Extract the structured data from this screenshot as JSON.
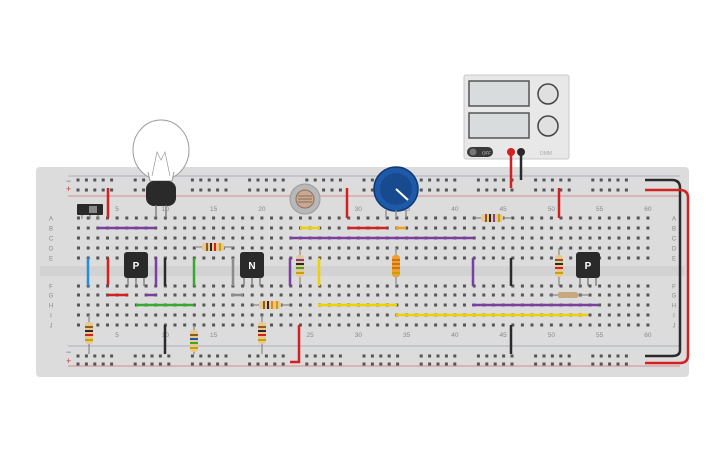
{
  "breadboard": {
    "column_numbers": [
      "5",
      "10",
      "15",
      "20",
      "25",
      "30",
      "35",
      "40",
      "45",
      "50",
      "55",
      "60"
    ],
    "rows_top": [
      "A",
      "B",
      "C",
      "D",
      "E"
    ],
    "rows_bottom": [
      "F",
      "G",
      "H",
      "I",
      "J"
    ],
    "rail_minus": "−",
    "rail_plus": "+"
  },
  "power_supply": {
    "off_label": "OFF",
    "brand": "DMM"
  },
  "components": {
    "transistor_1": "P",
    "transistor_2": "N",
    "transistor_3": "P"
  },
  "colors": {
    "board": "#dcdcdc",
    "red_wire": "#d42020",
    "black_wire": "#2a2a2a",
    "purple_wire": "#7a3fa0",
    "yellow_wire": "#f0d000",
    "green_wire": "#3aa830",
    "blue_wire": "#1e8fd8",
    "pot_blue": "#1e5aa8"
  }
}
